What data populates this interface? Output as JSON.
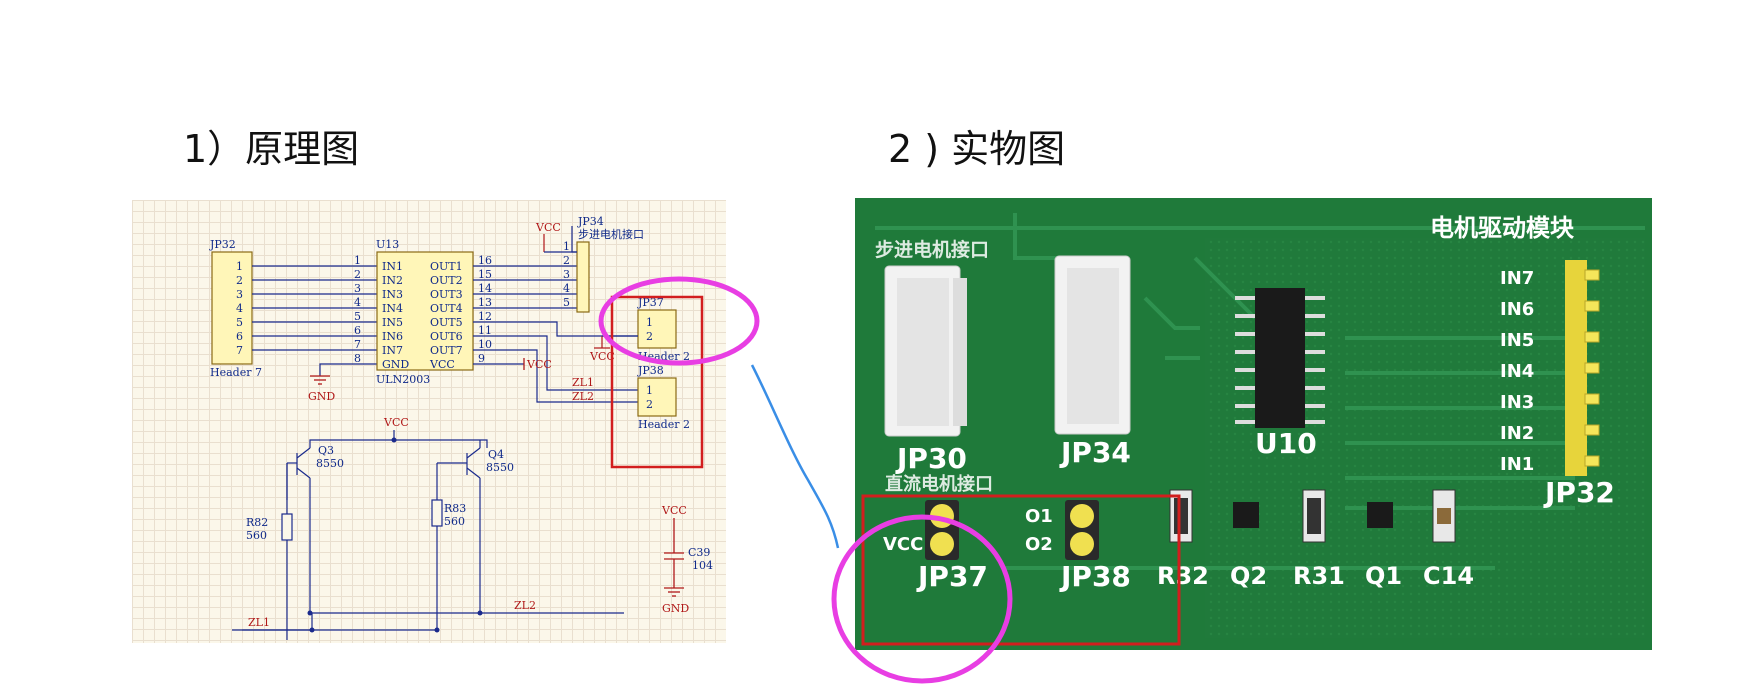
{
  "headings": {
    "schematic": "1）原理图",
    "photo": "2 ) 实物图"
  },
  "schematic": {
    "jp32": {
      "ref": "JP32",
      "type": "Header 7",
      "pins": [
        "1",
        "2",
        "3",
        "4",
        "5",
        "6",
        "7"
      ]
    },
    "u13": {
      "ref": "U13",
      "part": "ULN2003",
      "left_pins": [
        "IN1",
        "IN2",
        "IN3",
        "IN4",
        "IN5",
        "IN6",
        "IN7",
        "GND"
      ],
      "right_pins": [
        "OUT1",
        "OUT2",
        "OUT3",
        "OUT4",
        "OUT5",
        "OUT6",
        "OUT7",
        "VCC"
      ],
      "left_nums": [
        "1",
        "2",
        "3",
        "4",
        "5",
        "6",
        "7",
        "8"
      ],
      "right_nums": [
        "16",
        "15",
        "14",
        "13",
        "12",
        "11",
        "10",
        "9"
      ]
    },
    "jp34": {
      "ref": "JP34",
      "desc": "步进电机接口",
      "pins": [
        "1",
        "2",
        "3",
        "4",
        "5"
      ]
    },
    "jp37": {
      "ref": "JP37",
      "type": "Header 2",
      "pins": [
        "1",
        "2"
      ]
    },
    "jp38": {
      "ref": "JP38",
      "type": "Header 2",
      "pins": [
        "1",
        "2"
      ]
    },
    "nets": {
      "vcc": "VCC",
      "gnd": "GND",
      "zl1": "ZL1",
      "zl2": "ZL2"
    },
    "q3": {
      "ref": "Q3",
      "part": "8550"
    },
    "q4": {
      "ref": "Q4",
      "part": "8550"
    },
    "r82": {
      "ref": "R82",
      "value": "560"
    },
    "r83": {
      "ref": "R83",
      "value": "560"
    },
    "c39": {
      "ref": "C39",
      "value": "104"
    }
  },
  "photo": {
    "title": "电机驱动模块",
    "stepper_label": "步进电机接口",
    "dc_label": "直流电机接口",
    "in_labels": [
      "IN7",
      "IN6",
      "IN5",
      "IN4",
      "IN3",
      "IN2",
      "IN1"
    ],
    "refs": {
      "jp30": "JP30",
      "jp34": "JP34",
      "u10": "U10",
      "jp32": "JP32",
      "jp37": "JP37",
      "jp38": "JP38",
      "r32": "R32",
      "q2": "Q2",
      "r31": "R31",
      "q1": "Q1",
      "c14": "C14"
    },
    "vcc": "VCC",
    "o1": "O1",
    "o2": "O2"
  },
  "colors": {
    "pcb_green": "#1f7a3a",
    "highlight_magenta": "#e83ee3",
    "box_red": "#d21e1e",
    "connector_blue": "#3a8ee6",
    "wire_blue": "#1a2a8c"
  }
}
